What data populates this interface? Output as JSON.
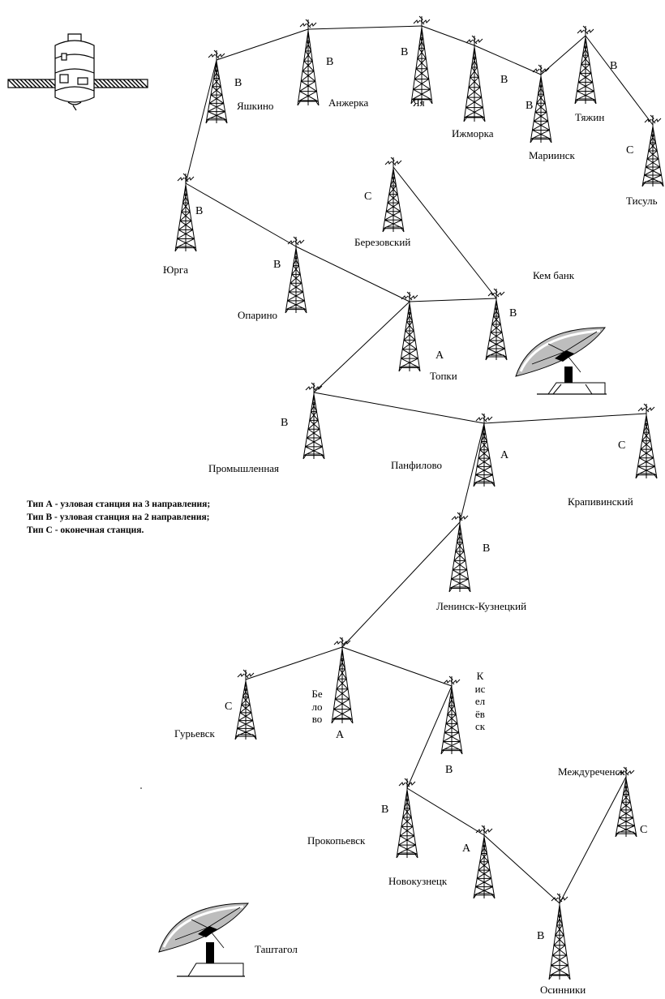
{
  "colors": {
    "line": "#000000",
    "background": "#ffffff",
    "dish_shade": "#bdbdbd"
  },
  "legend": [
    "Тип А - узловая станция на 3 направления;",
    "Тип В - узловая станция на 2 направления;",
    "Тип С - оконечная станция."
  ],
  "stations": {
    "yashkino": {
      "name": "Яшкино",
      "type": "В"
    },
    "anzherka": {
      "name": "Анжерка",
      "type": "В"
    },
    "yaya": {
      "name": "Яя",
      "type": "В"
    },
    "izhmorka": {
      "name": "Ижморка",
      "type": "В"
    },
    "mariinsk": {
      "name": "Мариинск",
      "type": "В"
    },
    "tyazhin": {
      "name": "Тяжин",
      "type": "В"
    },
    "tisul": {
      "name": "Тисуль",
      "type": "С"
    },
    "yurga": {
      "name": "Юрга",
      "type": "В"
    },
    "berezovsky": {
      "name": "Березовский",
      "type": "С"
    },
    "oparino": {
      "name": "Опарино",
      "type": "В"
    },
    "kembank": {
      "name": "Кем банк",
      "type": "В"
    },
    "topki": {
      "name": "Топки",
      "type": "А"
    },
    "promyshlennaya": {
      "name": "Промышленная",
      "type": "В"
    },
    "panfilovo": {
      "name": "Панфилово",
      "type": "А"
    },
    "krapivinsky": {
      "name": "Крапивинский",
      "type": "С"
    },
    "leninsk": {
      "name": "Ленинск-Кузнецкий",
      "type": "В"
    },
    "guryevsk": {
      "name": "Гурьевск",
      "type": "С"
    },
    "belovo": {
      "name": "Белово",
      "type": "А"
    },
    "kiselevsk": {
      "name": "Киселёвск",
      "type": "В"
    },
    "prokopyevsk": {
      "name": "Прокопьевск",
      "type": "В"
    },
    "novokuznetsk": {
      "name": "Новокузнецк",
      "type": "А"
    },
    "mezhdurechensk": {
      "name": "Междуреченск",
      "type": "С"
    },
    "osinniki": {
      "name": "Осинники",
      "type": "В"
    },
    "tashtagol": {
      "name": "Таштагол"
    }
  },
  "links": [
    [
      "yurga",
      "yashkino"
    ],
    [
      "yashkino",
      "anzherka"
    ],
    [
      "anzherka",
      "yaya"
    ],
    [
      "yaya",
      "izhmorka"
    ],
    [
      "izhmorka",
      "mariinsk"
    ],
    [
      "mariinsk",
      "tyazhin"
    ],
    [
      "tyazhin",
      "tisul"
    ],
    [
      "yurga",
      "oparino"
    ],
    [
      "oparino",
      "topki"
    ],
    [
      "berezovsky",
      "kembank"
    ],
    [
      "topki",
      "kembank"
    ],
    [
      "topki",
      "promyshlennaya"
    ],
    [
      "promyshlennaya",
      "panfilovo"
    ],
    [
      "panfilovo",
      "krapivinsky"
    ],
    [
      "panfilovo",
      "leninsk"
    ],
    [
      "leninsk",
      "belovo"
    ],
    [
      "guryevsk",
      "belovo"
    ],
    [
      "belovo",
      "kiselevsk"
    ],
    [
      "kiselevsk",
      "prokopyevsk"
    ],
    [
      "prokopyevsk",
      "novokuznetsk"
    ],
    [
      "novokuznetsk",
      "osinniki"
    ],
    [
      "mezhdurechensk",
      "osinniki"
    ]
  ]
}
